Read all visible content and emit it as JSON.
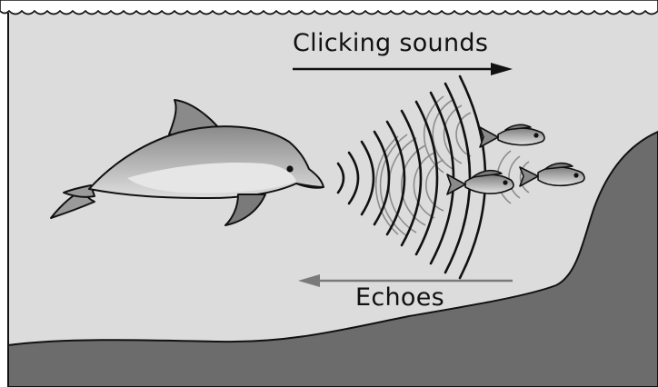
{
  "labels": {
    "clicking": "Clicking sounds",
    "echoes": "Echoes"
  },
  "colors": {
    "water": "#dcdcdc",
    "seafloor": "#6c6c6c",
    "outline": "#111111",
    "echo_arrow": "#7a7a7a"
  },
  "icons": [
    "dolphin",
    "fish",
    "sound-wave",
    "echo-wave",
    "arrow-right",
    "arrow-left"
  ]
}
